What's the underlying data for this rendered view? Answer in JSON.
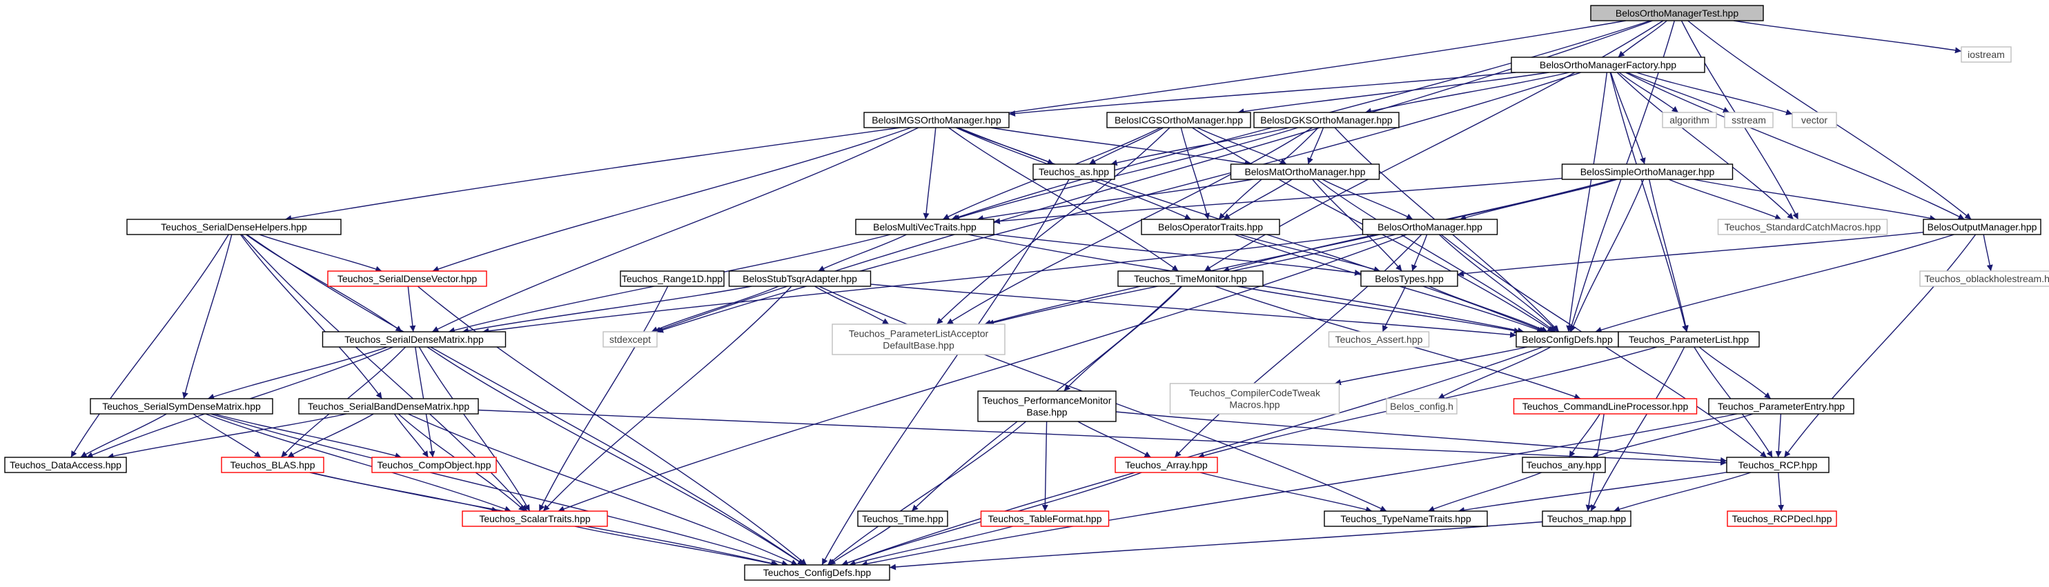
{
  "palette": {
    "edge": "#191970",
    "border_normal": "#000000",
    "border_external": "#bfbfbf",
    "border_incomplete": "#ff0000",
    "root_fill": "#bfbfbf",
    "text_normal": "#000000",
    "text_external": "#404040"
  },
  "nodes": [
    {
      "id": "root",
      "label": "BelosOrthoManagerTest.hpp",
      "kind": "root"
    },
    {
      "id": "iostream",
      "label": "iostream",
      "kind": "external"
    },
    {
      "id": "factory",
      "label": "BelosOrthoManagerFactory.hpp",
      "kind": "normal"
    },
    {
      "id": "algorithm",
      "label": "algorithm",
      "kind": "external"
    },
    {
      "id": "sstream",
      "label": "sstream",
      "kind": "external"
    },
    {
      "id": "vector",
      "label": "vector",
      "kind": "external"
    },
    {
      "id": "imgs",
      "label": "BelosIMGSOrthoManager.hpp",
      "kind": "normal"
    },
    {
      "id": "icgs",
      "label": "BelosICGSOrthoManager.hpp",
      "kind": "normal"
    },
    {
      "id": "dgks",
      "label": "BelosDGKSOrthoManager.hpp",
      "kind": "normal"
    },
    {
      "id": "teuchos_as",
      "label": "Teuchos_as.hpp",
      "kind": "normal"
    },
    {
      "id": "matortho",
      "label": "BelosMatOrthoManager.hpp",
      "kind": "normal"
    },
    {
      "id": "simpleortho",
      "label": "BelosSimpleOrthoManager.hpp",
      "kind": "normal"
    },
    {
      "id": "sdhelpers",
      "label": "Teuchos_SerialDenseHelpers.hpp",
      "kind": "normal"
    },
    {
      "id": "multivec",
      "label": "BelosMultiVecTraits.hpp",
      "kind": "normal"
    },
    {
      "id": "optraits",
      "label": "BelosOperatorTraits.hpp",
      "kind": "normal"
    },
    {
      "id": "stdcatch",
      "label": "Teuchos_StandardCatchMacros.hpp",
      "kind": "external"
    },
    {
      "id": "outputmgr",
      "label": "BelosOutputManager.hpp",
      "kind": "normal"
    },
    {
      "id": "sdvector",
      "label": "Teuchos_SerialDenseVector.hpp",
      "kind": "incomplete"
    },
    {
      "id": "range1d",
      "label": "Teuchos_Range1D.hpp",
      "kind": "normal"
    },
    {
      "id": "stubtsqr",
      "label": "BelosStubTsqrAdapter.hpp",
      "kind": "normal"
    },
    {
      "id": "timemonitor",
      "label": "Teuchos_TimeMonitor.hpp",
      "kind": "normal"
    },
    {
      "id": "orthomgr",
      "label": "BelosOrthoManager.hpp",
      "kind": "normal"
    },
    {
      "id": "belostypes",
      "label": "BelosTypes.hpp",
      "kind": "normal"
    },
    {
      "id": "oblackhole",
      "label": "Teuchos_oblackholestream.hpp",
      "kind": "external"
    },
    {
      "id": "sdmatrix",
      "label": "Teuchos_SerialDenseMatrix.hpp",
      "kind": "normal"
    },
    {
      "id": "stdexcept",
      "label": "stdexcept",
      "kind": "external"
    },
    {
      "id": "plabase",
      "label": "Teuchos_ParameterListAcceptor\nDefaultBase.hpp",
      "kind": "external"
    },
    {
      "id": "assert",
      "label": "Teuchos_Assert.hpp",
      "kind": "external"
    },
    {
      "id": "configdefs",
      "label": "BelosConfigDefs.hpp",
      "kind": "normal"
    },
    {
      "id": "paramlist",
      "label": "Teuchos_ParameterList.hpp",
      "kind": "normal"
    },
    {
      "id": "compilertweak",
      "label": "Teuchos_CompilerCodeTweak\nMacros.hpp",
      "kind": "external"
    },
    {
      "id": "belosconfigh",
      "label": "Belos_config.h",
      "kind": "external"
    },
    {
      "id": "cmdline",
      "label": "Teuchos_CommandLineProcessor.hpp",
      "kind": "incomplete"
    },
    {
      "id": "ssdmatrix",
      "label": "Teuchos_SerialSymDenseMatrix.hpp",
      "kind": "normal"
    },
    {
      "id": "sbdmatrix",
      "label": "Teuchos_SerialBandDenseMatrix.hpp",
      "kind": "normal"
    },
    {
      "id": "perfmon",
      "label": "Teuchos_PerformanceMonitor\nBase.hpp",
      "kind": "normal"
    },
    {
      "id": "paramentry",
      "label": "Teuchos_ParameterEntry.hpp",
      "kind": "normal"
    },
    {
      "id": "dataaccess",
      "label": "Teuchos_DataAccess.hpp",
      "kind": "normal"
    },
    {
      "id": "blas",
      "label": "Teuchos_BLAS.hpp",
      "kind": "incomplete"
    },
    {
      "id": "compobject",
      "label": "Teuchos_CompObject.hpp",
      "kind": "incomplete"
    },
    {
      "id": "array",
      "label": "Teuchos_Array.hpp",
      "kind": "incomplete"
    },
    {
      "id": "any",
      "label": "Teuchos_any.hpp",
      "kind": "normal"
    },
    {
      "id": "rcp",
      "label": "Teuchos_RCP.hpp",
      "kind": "normal"
    },
    {
      "id": "scalartraits",
      "label": "Teuchos_ScalarTraits.hpp",
      "kind": "incomplete"
    },
    {
      "id": "typenametraits",
      "label": "Teuchos_TypeNameTraits.hpp",
      "kind": "normal"
    },
    {
      "id": "teuchostime",
      "label": "Teuchos_Time.hpp",
      "kind": "normal"
    },
    {
      "id": "tableformat",
      "label": "Teuchos_TableFormat.hpp",
      "kind": "incomplete"
    },
    {
      "id": "teuchosmap",
      "label": "Teuchos_map.hpp",
      "kind": "normal"
    },
    {
      "id": "rcpdecl",
      "label": "Teuchos_RCPDecl.hpp",
      "kind": "incomplete"
    },
    {
      "id": "teuchosconfigdefs",
      "label": "Teuchos_ConfigDefs.hpp",
      "kind": "normal"
    }
  ],
  "edges": [
    [
      "root",
      "iostream"
    ],
    [
      "root",
      "factory"
    ],
    [
      "root",
      "sdhelpers"
    ],
    [
      "root",
      "multivec"
    ],
    [
      "root",
      "stdexcept"
    ],
    [
      "root",
      "outputmgr"
    ],
    [
      "root",
      "stdcatch"
    ],
    [
      "root",
      "configdefs"
    ],
    [
      "root",
      "timemonitor"
    ],
    [
      "factory",
      "imgs"
    ],
    [
      "factory",
      "icgs"
    ],
    [
      "factory",
      "dgks"
    ],
    [
      "factory",
      "simpleortho"
    ],
    [
      "factory",
      "algorithm"
    ],
    [
      "factory",
      "sstream"
    ],
    [
      "factory",
      "vector"
    ],
    [
      "factory",
      "stdcatch"
    ],
    [
      "factory",
      "outputmgr"
    ],
    [
      "factory",
      "configdefs"
    ],
    [
      "factory",
      "stdexcept"
    ],
    [
      "factory",
      "paramlist"
    ],
    [
      "imgs",
      "teuchos_as"
    ],
    [
      "imgs",
      "matortho"
    ],
    [
      "imgs",
      "multivec"
    ],
    [
      "imgs",
      "optraits"
    ],
    [
      "imgs",
      "sdvector"
    ],
    [
      "imgs",
      "sdmatrix"
    ],
    [
      "imgs",
      "configdefs"
    ],
    [
      "imgs",
      "timemonitor"
    ],
    [
      "icgs",
      "teuchos_as"
    ],
    [
      "icgs",
      "matortho"
    ],
    [
      "icgs",
      "multivec"
    ],
    [
      "icgs",
      "optraits"
    ],
    [
      "icgs",
      "configdefs"
    ],
    [
      "icgs",
      "plabase"
    ],
    [
      "dgks",
      "teuchos_as"
    ],
    [
      "dgks",
      "matortho"
    ],
    [
      "dgks",
      "multivec"
    ],
    [
      "dgks",
      "optraits"
    ],
    [
      "dgks",
      "configdefs"
    ],
    [
      "dgks",
      "plabase"
    ],
    [
      "teuchos_as",
      "teuchosconfigdefs"
    ],
    [
      "matortho",
      "orthomgr"
    ],
    [
      "matortho",
      "multivec"
    ],
    [
      "matortho",
      "optraits"
    ],
    [
      "matortho",
      "belostypes"
    ],
    [
      "matortho",
      "configdefs"
    ],
    [
      "simpleortho",
      "multivec"
    ],
    [
      "simpleortho",
      "orthomgr"
    ],
    [
      "simpleortho",
      "stdcatch"
    ],
    [
      "simpleortho",
      "outputmgr"
    ],
    [
      "simpleortho",
      "configdefs"
    ],
    [
      "simpleortho",
      "paramlist"
    ],
    [
      "simpleortho",
      "plabase"
    ],
    [
      "simpleortho",
      "timemonitor"
    ],
    [
      "sdhelpers",
      "sdvector"
    ],
    [
      "sdhelpers",
      "sdmatrix"
    ],
    [
      "sdhelpers",
      "ssdmatrix"
    ],
    [
      "sdhelpers",
      "sbdmatrix"
    ],
    [
      "sdhelpers",
      "dataaccess"
    ],
    [
      "sdhelpers",
      "scalartraits"
    ],
    [
      "sdhelpers",
      "teuchosconfigdefs"
    ],
    [
      "multivec",
      "stubtsqr"
    ],
    [
      "multivec",
      "sdmatrix"
    ],
    [
      "multivec",
      "belostypes"
    ],
    [
      "multivec",
      "configdefs"
    ],
    [
      "optraits",
      "belostypes"
    ],
    [
      "optraits",
      "configdefs"
    ],
    [
      "outputmgr",
      "belostypes"
    ],
    [
      "outputmgr",
      "oblackhole"
    ],
    [
      "outputmgr",
      "rcp"
    ],
    [
      "outputmgr",
      "configdefs"
    ],
    [
      "sdvector",
      "sdmatrix"
    ],
    [
      "sdvector",
      "teuchosconfigdefs"
    ],
    [
      "range1d",
      "scalartraits"
    ],
    [
      "stubtsqr",
      "sdmatrix"
    ],
    [
      "stubtsqr",
      "plabase"
    ],
    [
      "stubtsqr",
      "stdexcept"
    ],
    [
      "stubtsqr",
      "configdefs"
    ],
    [
      "stubtsqr",
      "scalartraits"
    ],
    [
      "stubtsqr",
      "typenametraits"
    ],
    [
      "timemonitor",
      "perfmon"
    ],
    [
      "timemonitor",
      "teuchostime"
    ],
    [
      "timemonitor",
      "cmdline"
    ],
    [
      "timemonitor",
      "configdefs"
    ],
    [
      "orthomgr",
      "belostypes"
    ],
    [
      "orthomgr",
      "configdefs"
    ],
    [
      "orthomgr",
      "sdmatrix"
    ],
    [
      "orthomgr",
      "scalartraits"
    ],
    [
      "orthomgr",
      "rcp"
    ],
    [
      "orthomgr",
      "plabase"
    ],
    [
      "orthomgr",
      "array"
    ],
    [
      "belostypes",
      "assert"
    ],
    [
      "belostypes",
      "configdefs"
    ],
    [
      "sdmatrix",
      "ssdmatrix"
    ],
    [
      "sdmatrix",
      "blas"
    ],
    [
      "sdmatrix",
      "compobject"
    ],
    [
      "sdmatrix",
      "dataaccess"
    ],
    [
      "sdmatrix",
      "scalartraits"
    ],
    [
      "sdmatrix",
      "teuchosconfigdefs"
    ],
    [
      "configdefs",
      "compilertweak"
    ],
    [
      "configdefs",
      "belosconfigh"
    ],
    [
      "configdefs",
      "teuchosconfigdefs"
    ],
    [
      "paramlist",
      "paramentry"
    ],
    [
      "paramlist",
      "rcp"
    ],
    [
      "paramlist",
      "teuchosmap"
    ],
    [
      "paramlist",
      "array"
    ],
    [
      "cmdline",
      "any"
    ],
    [
      "cmdline",
      "teuchosmap"
    ],
    [
      "ssdmatrix",
      "dataaccess"
    ],
    [
      "ssdmatrix",
      "blas"
    ],
    [
      "ssdmatrix",
      "compobject"
    ],
    [
      "ssdmatrix",
      "scalartraits"
    ],
    [
      "ssdmatrix",
      "teuchosconfigdefs"
    ],
    [
      "sbdmatrix",
      "dataaccess"
    ],
    [
      "sbdmatrix",
      "blas"
    ],
    [
      "sbdmatrix",
      "compobject"
    ],
    [
      "sbdmatrix",
      "scalartraits"
    ],
    [
      "sbdmatrix",
      "rcp"
    ],
    [
      "sbdmatrix",
      "teuchosconfigdefs"
    ],
    [
      "perfmon",
      "array"
    ],
    [
      "perfmon",
      "tableformat"
    ],
    [
      "perfmon",
      "teuchosconfigdefs"
    ],
    [
      "perfmon",
      "rcp"
    ],
    [
      "paramentry",
      "any"
    ],
    [
      "paramentry",
      "rcp"
    ],
    [
      "paramentry",
      "teuchosconfigdefs"
    ],
    [
      "blas",
      "scalartraits"
    ],
    [
      "blas",
      "teuchosconfigdefs"
    ],
    [
      "array",
      "typenametraits"
    ],
    [
      "array",
      "teuchosconfigdefs"
    ],
    [
      "any",
      "typenametraits"
    ],
    [
      "rcp",
      "typenametraits"
    ],
    [
      "rcp",
      "teuchosmap"
    ],
    [
      "rcp",
      "rcpdecl"
    ],
    [
      "scalartraits",
      "teuchosconfigdefs"
    ],
    [
      "teuchostime",
      "teuchosconfigdefs"
    ],
    [
      "tableformat",
      "teuchosconfigdefs"
    ],
    [
      "teuchosmap",
      "teuchosconfigdefs"
    ]
  ]
}
